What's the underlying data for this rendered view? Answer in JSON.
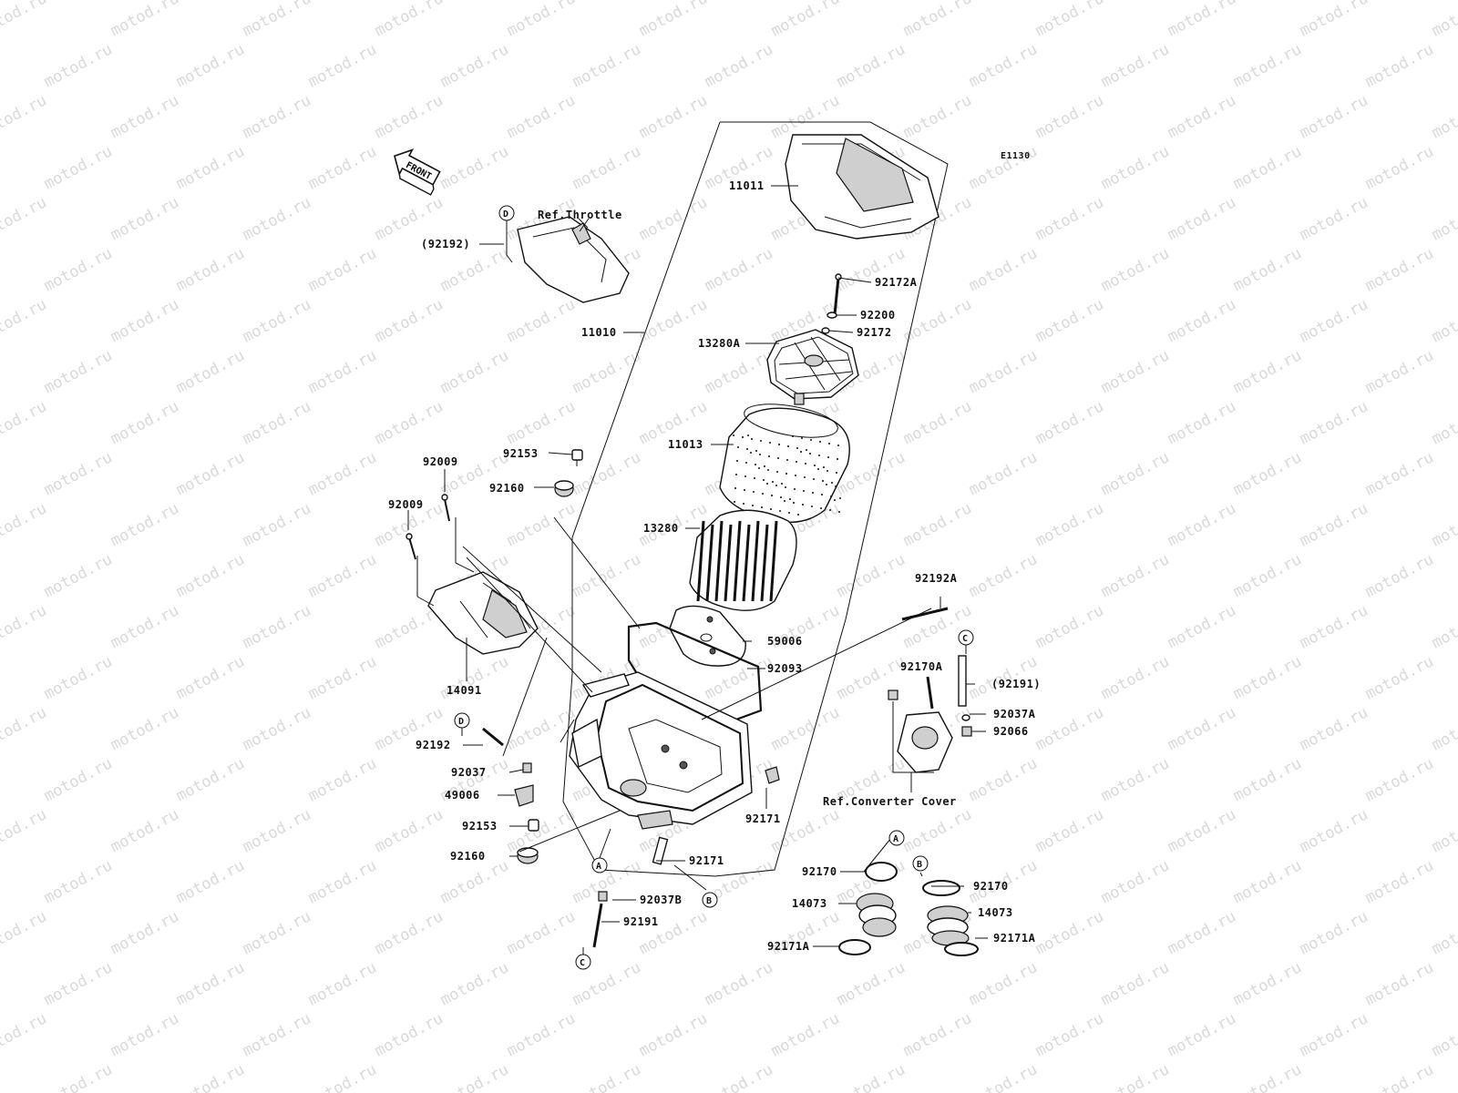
{
  "watermark": "motod.ru",
  "diagram_code": "E1130",
  "front_label": "FRONT",
  "notes": [
    {
      "id": "ref-throttle",
      "text": "Ref.Throttle"
    },
    {
      "id": "ref-converter",
      "text": "Ref.Converter Cover"
    }
  ],
  "callouts": [
    {
      "id": "11011",
      "text": "11011"
    },
    {
      "id": "92172A",
      "text": "92172A"
    },
    {
      "id": "92200",
      "text": "92200"
    },
    {
      "id": "92172",
      "text": "92172"
    },
    {
      "id": "13280A",
      "text": "13280A"
    },
    {
      "id": "11010",
      "text": "11010"
    },
    {
      "id": "11013",
      "text": "11013"
    },
    {
      "id": "13280",
      "text": "13280"
    },
    {
      "id": "92192-top",
      "text": "(92192)"
    },
    {
      "id": "92153-a",
      "text": "92153"
    },
    {
      "id": "92160-a",
      "text": "92160"
    },
    {
      "id": "92009-a",
      "text": "92009"
    },
    {
      "id": "92009-b",
      "text": "92009"
    },
    {
      "id": "92192A",
      "text": "92192A"
    },
    {
      "id": "59006",
      "text": "59006"
    },
    {
      "id": "92093",
      "text": "92093"
    },
    {
      "id": "14091",
      "text": "14091"
    },
    {
      "id": "92170A",
      "text": "92170A"
    },
    {
      "id": "92191-paren",
      "text": "(92191)"
    },
    {
      "id": "92037A",
      "text": "92037A"
    },
    {
      "id": "92066",
      "text": "92066"
    },
    {
      "id": "92192",
      "text": "92192"
    },
    {
      "id": "92037",
      "text": "92037"
    },
    {
      "id": "49006",
      "text": "49006"
    },
    {
      "id": "92171-a",
      "text": "92171"
    },
    {
      "id": "92153-b",
      "text": "92153"
    },
    {
      "id": "92160-b",
      "text": "92160"
    },
    {
      "id": "92171-b",
      "text": "92171"
    },
    {
      "id": "92170-a",
      "text": "92170"
    },
    {
      "id": "92170-b",
      "text": "92170"
    },
    {
      "id": "14073-a",
      "text": "14073"
    },
    {
      "id": "14073-b",
      "text": "14073"
    },
    {
      "id": "92171A-a",
      "text": "92171A"
    },
    {
      "id": "92171A-b",
      "text": "92171A"
    },
    {
      "id": "92037B",
      "text": "92037B"
    },
    {
      "id": "92191",
      "text": "92191"
    }
  ],
  "markers": [
    {
      "id": "m-d-top",
      "text": "D"
    },
    {
      "id": "m-d-bottom",
      "text": "D"
    },
    {
      "id": "m-c-right",
      "text": "C"
    },
    {
      "id": "m-c-bottom",
      "text": "C"
    },
    {
      "id": "m-a-left",
      "text": "A"
    },
    {
      "id": "m-a-right",
      "text": "A"
    },
    {
      "id": "m-b-left",
      "text": "B"
    },
    {
      "id": "m-b-right",
      "text": "B"
    }
  ]
}
